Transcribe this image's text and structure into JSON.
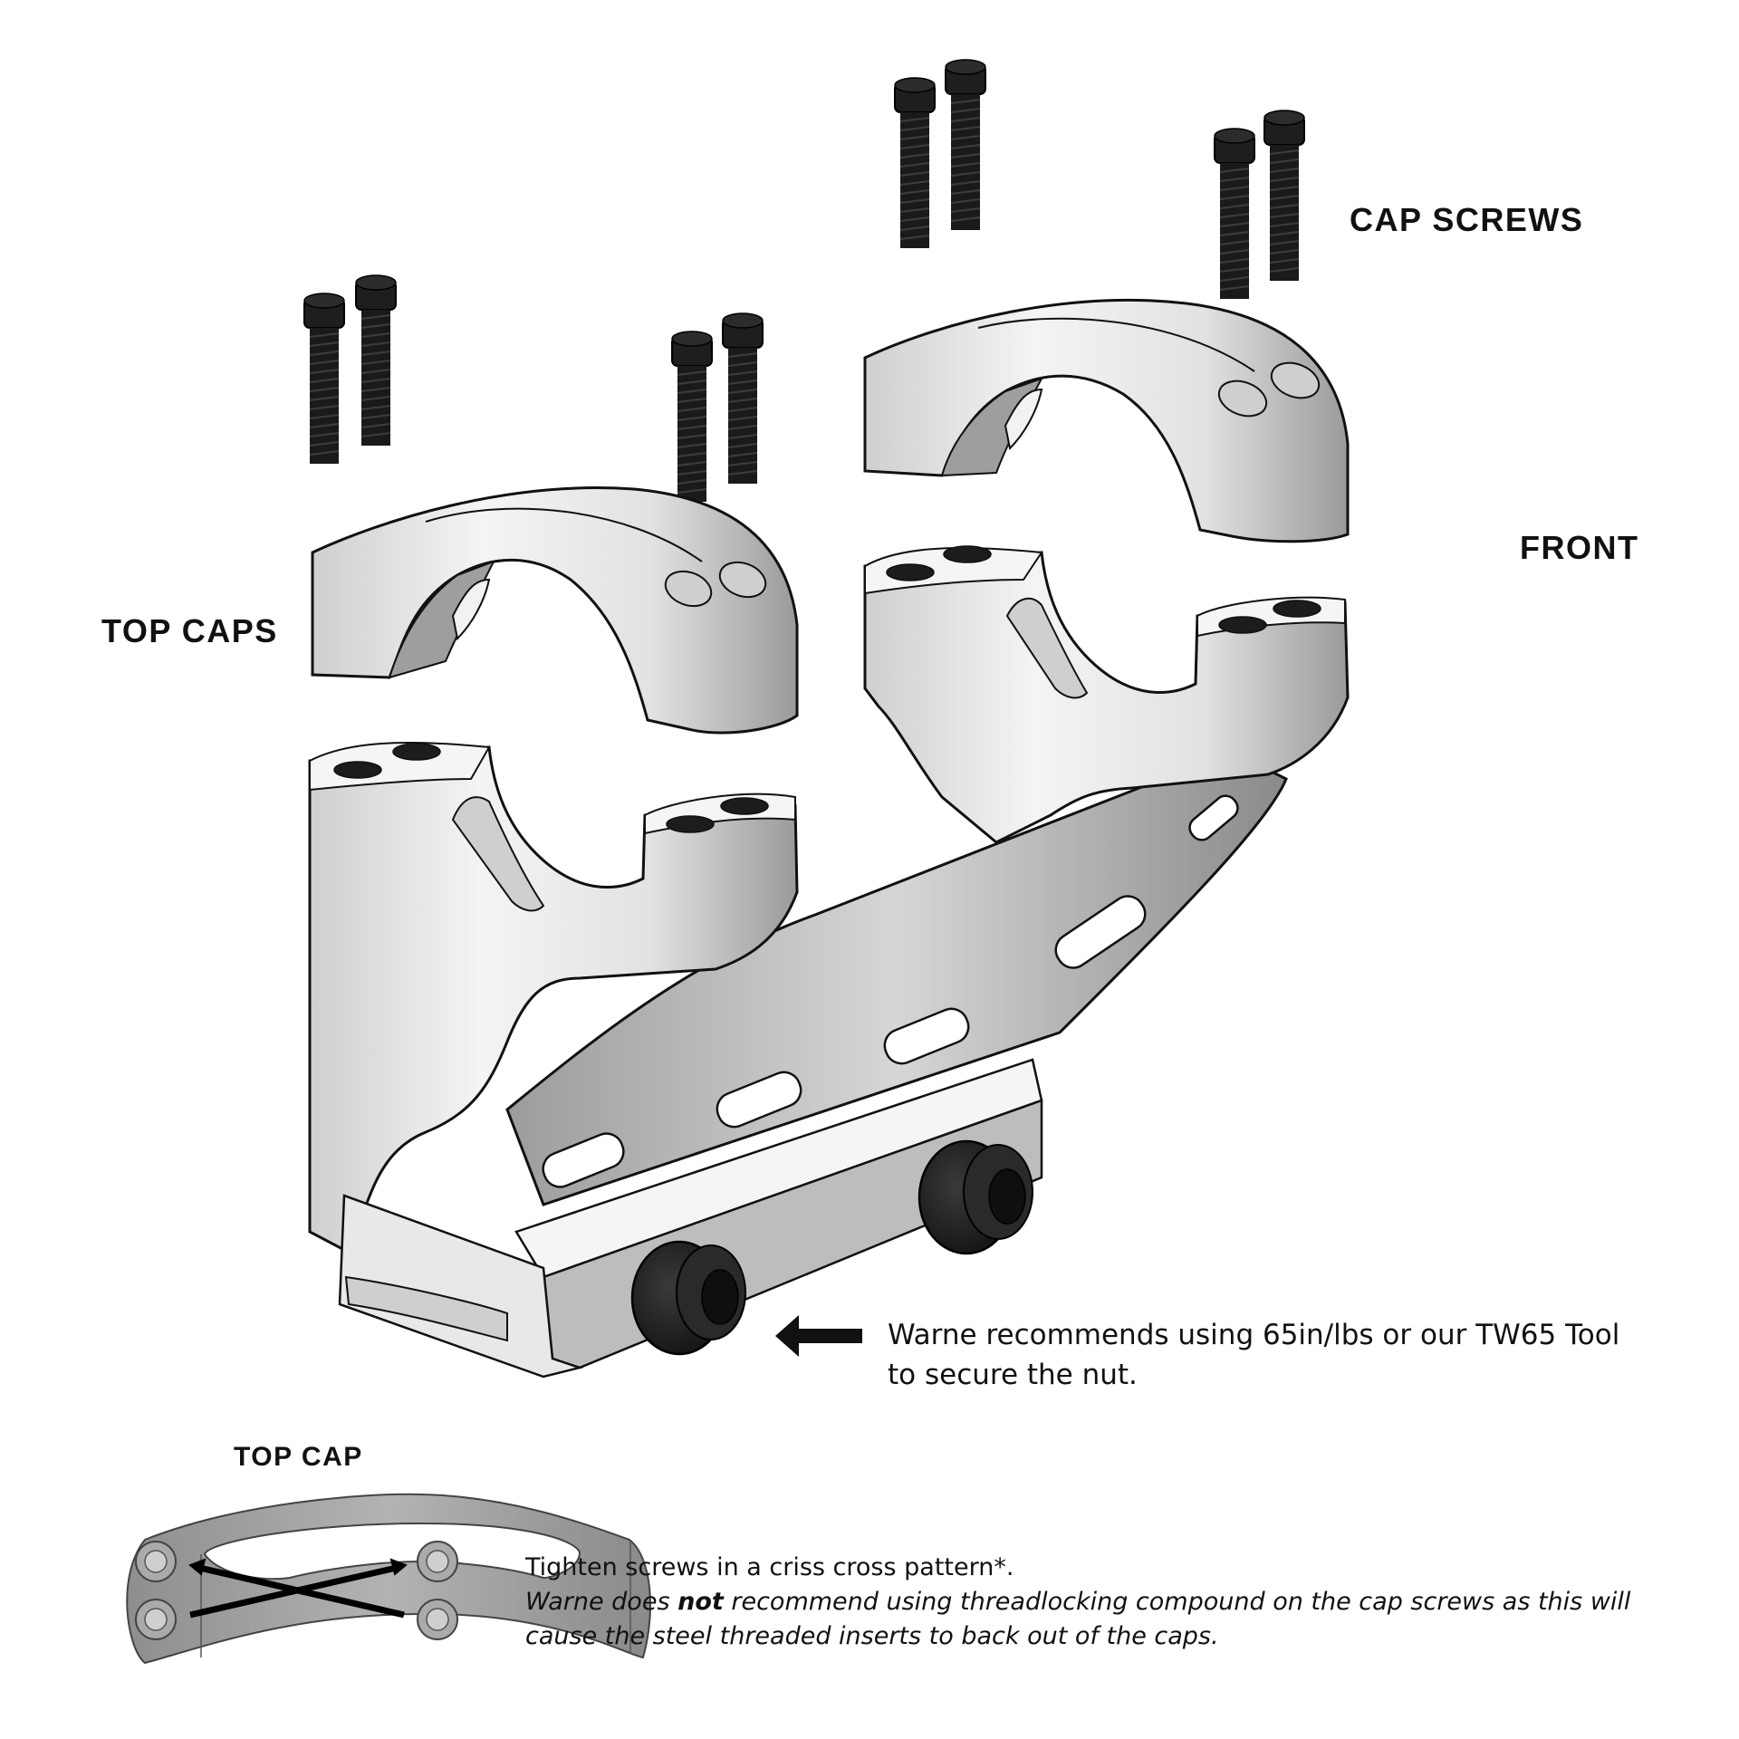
{
  "title": "Warne one-piece mount assembly diagram",
  "labels": {
    "cap_screws": "CAP SCREWS",
    "front": "FRONT",
    "top_caps": "TOP CAPS",
    "top_cap": "TOP CAP"
  },
  "notes": {
    "nut_torque": {
      "line1": "Warne recommends using 65in/lbs or our TW65 Tool",
      "line2": "to secure the nut."
    },
    "tightening": {
      "line1": "Tighten screws in a criss cross pattern*.",
      "line2_prefix": "Warne does ",
      "line2_bold": "not",
      "line2_suffix": " recommend using threadlocking compound on the cap screws as this will",
      "line3": "cause the steel threaded inserts to back out of the caps."
    }
  },
  "parts": [
    {
      "name": "cap-screw",
      "count": 8,
      "color": "#1a1a1a"
    },
    {
      "name": "top-cap",
      "count": 2,
      "color": "#d9d9d9"
    },
    {
      "name": "ring-base",
      "count": 1,
      "color": "#dcdcdc"
    },
    {
      "name": "cross-bolt-nut",
      "count": 2,
      "color": "#1c1c1c"
    }
  ],
  "colors": {
    "metal_light": "#efefef",
    "metal_mid": "#cfcfcf",
    "metal_dark": "#8a8a8a",
    "outline": "#111111",
    "screw": "#1a1a1a",
    "inset_cap": "#9b9b9b"
  }
}
